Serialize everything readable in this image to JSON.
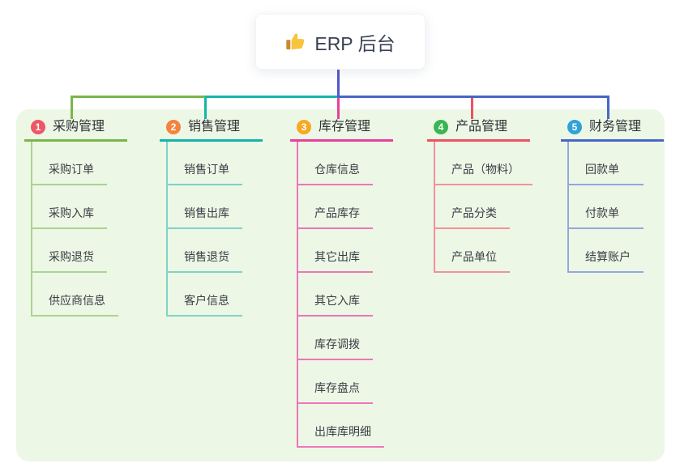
{
  "root": {
    "title": "ERP 后台",
    "icon": "thumbs-up",
    "line_color": "#5157cb"
  },
  "branches": [
    {
      "number": "1",
      "label": "采购管理",
      "colors": {
        "main": "#7ab648",
        "light": "#aad48e",
        "badge": "#ee5767"
      },
      "items": [
        "采购订单",
        "采购入库",
        "采购退货",
        "供应商信息"
      ]
    },
    {
      "number": "2",
      "label": "销售管理",
      "colors": {
        "main": "#12b5a9",
        "light": "#7fd2c9",
        "badge": "#f5823d"
      },
      "items": [
        "销售订单",
        "销售出库",
        "销售退货",
        "客户信息"
      ]
    },
    {
      "number": "3",
      "label": "库存管理",
      "colors": {
        "main": "#e8409c",
        "light": "#f075b8",
        "badge": "#f7a924"
      },
      "items": [
        "仓库信息",
        "产品库存",
        "其它出库",
        "其它入库",
        "库存调拨",
        "库存盘点",
        "出库库明细"
      ]
    },
    {
      "number": "4",
      "label": "产品管理",
      "colors": {
        "main": "#f0515f",
        "light": "#f5909a",
        "badge": "#3ab553"
      },
      "items": [
        "产品（物料）",
        "产品分类",
        "产品单位"
      ]
    },
    {
      "number": "5",
      "label": "财务管理",
      "colors": {
        "main": "#4767c6",
        "light": "#93a7de",
        "badge": "#2fa3d9"
      },
      "items": [
        "回款单",
        "付款单",
        "结算账户"
      ]
    }
  ]
}
